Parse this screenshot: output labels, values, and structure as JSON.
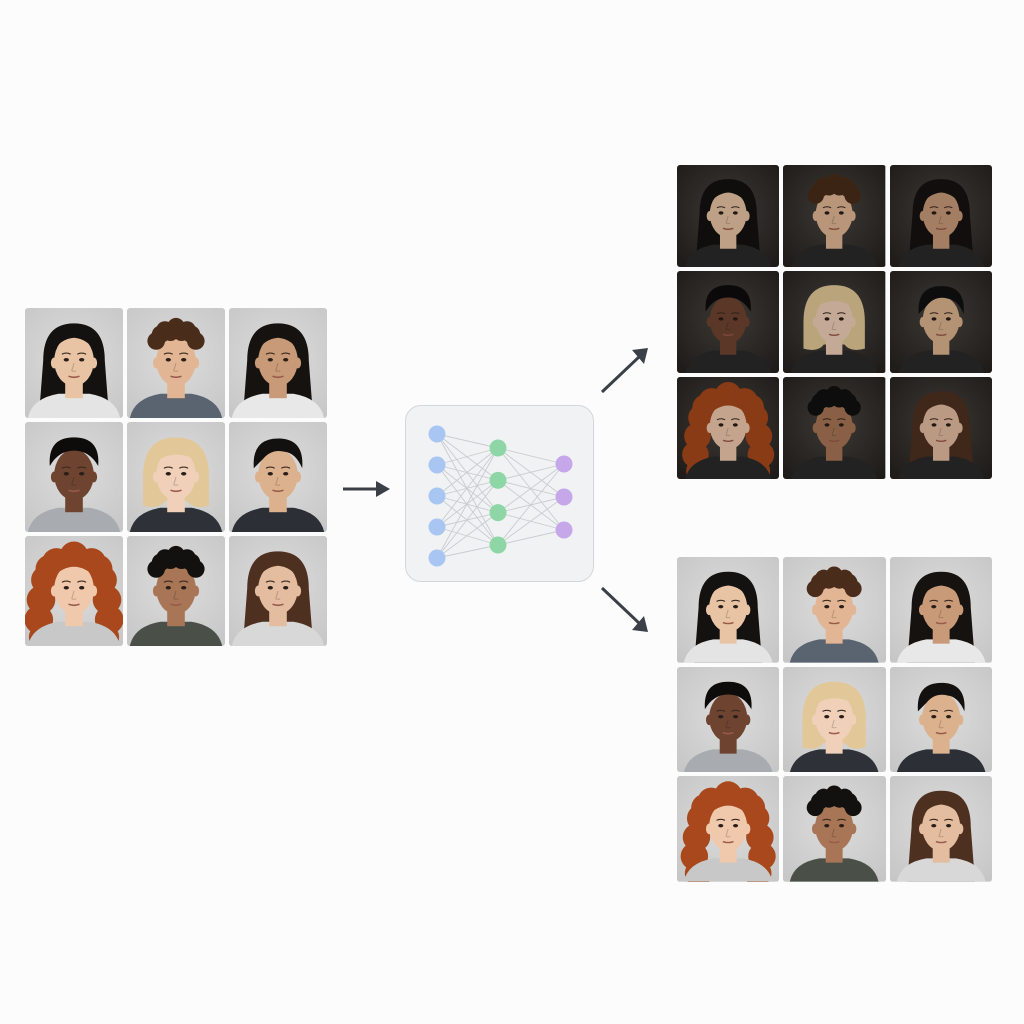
{
  "colors": {
    "light_tile_bg": "#d3d3d3",
    "dark_tile_bg": "#3a3632",
    "arrow": "#3b4048",
    "input_node": "#a9c6f2",
    "hidden_node": "#8fd6a6",
    "output_node": "#c5a7ea",
    "edge": "#c9ccd0",
    "panel_bg": "#f1f2f3",
    "panel_border": "#d4d6d9"
  },
  "network": {
    "layers": [
      {
        "name": "input",
        "nodes": 5
      },
      {
        "name": "hidden",
        "nodes": 4
      },
      {
        "name": "output",
        "nodes": 3
      }
    ]
  },
  "faces": [
    {
      "hair": "#141210",
      "style": "long-straight",
      "skin": "#e8c4a4",
      "shirt": "#e4e4e4"
    },
    {
      "hair": "#4a2c1a",
      "style": "curly-short",
      "skin": "#e2b694",
      "shirt": "#5a6470"
    },
    {
      "hair": "#161210",
      "style": "long-straight",
      "skin": "#c99a78",
      "shirt": "#e8e8e8"
    },
    {
      "hair": "#0e0c0b",
      "style": "afro-short",
      "skin": "#6e4430",
      "shirt": "#a8acb0"
    },
    {
      "hair": "#e2c898",
      "style": "bob",
      "skin": "#f0d0b8",
      "shirt": "#2e3238"
    },
    {
      "hair": "#121110",
      "style": "short-swept",
      "skin": "#dcb28e",
      "shirt": "#2c3036"
    },
    {
      "hair": "#a8481c",
      "style": "long-curly",
      "skin": "#f0c8ac",
      "shirt": "#c8c8c8"
    },
    {
      "hair": "#121110",
      "style": "curly-short",
      "skin": "#a87656",
      "shirt": "#4a5048"
    },
    {
      "hair": "#4e3020",
      "style": "long-straight",
      "skin": "#e4bca0",
      "shirt": "#d8d8d8"
    }
  ]
}
